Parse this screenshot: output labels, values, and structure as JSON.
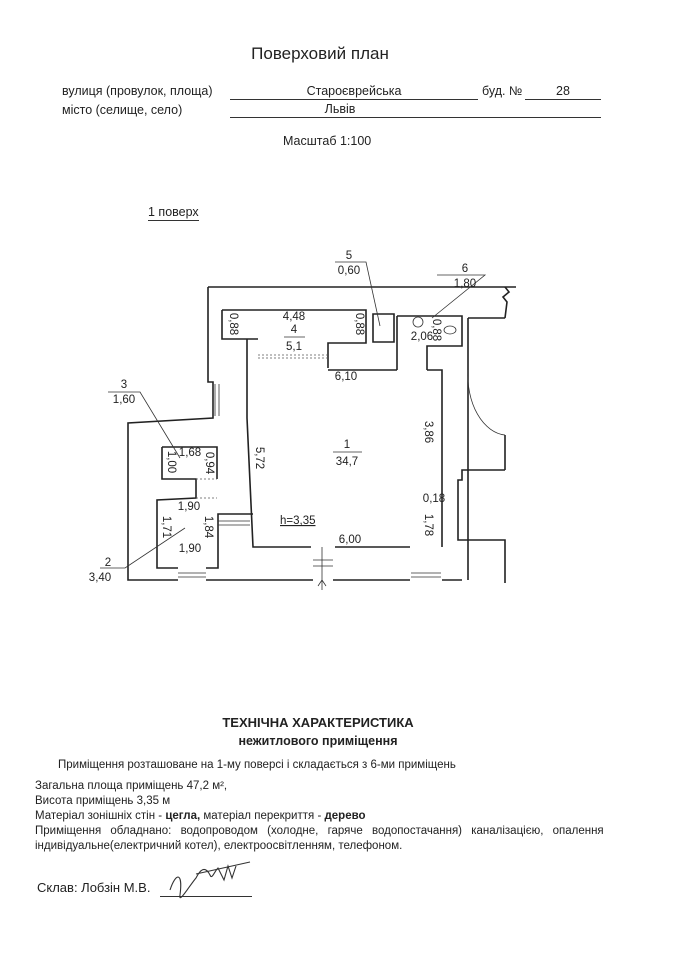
{
  "header": {
    "title": "Поверховий план",
    "street_label": "вулиця (провулок, площа)",
    "street_value": "Староєврейська",
    "building_label": "буд. №",
    "building_value": "28",
    "city_label": "місто (селище, село)",
    "city_value": "Львів",
    "scale": "Масштаб 1:100",
    "floor": "1 поверх"
  },
  "plan": {
    "rooms": [
      {
        "num": "1",
        "area": "34,7"
      },
      {
        "num": "2",
        "area": "3,40"
      },
      {
        "num": "3",
        "area": "1,60"
      },
      {
        "num": "4",
        "area": "5,1"
      },
      {
        "num": "5",
        "area": "0,60"
      },
      {
        "num": "6",
        "area": "1,80"
      }
    ],
    "dims": {
      "r4_len": "4,48",
      "r4_w_left": "0,88",
      "r4_w_right": "0,88",
      "r6_len": "2,06",
      "r6_w": "0,88",
      "r1_top": "6,10",
      "r1_right_upper": "3,86",
      "r1_left": "5,72",
      "r1_right_step": "0,18",
      "r1_right_lower": "1,78",
      "r1_bottom": "6,00",
      "r3_len": "1,68",
      "r3_w_left": "1,00",
      "r3_w_right": "0,94",
      "r2_top": "1,90",
      "r2_left": "1,71",
      "r2_right": "1,84",
      "r2_bottom": "1,90",
      "height": "h=3,35"
    }
  },
  "tech": {
    "title": "ТЕХНІЧНА ХАРАКТЕРИСТИКА",
    "subtitle": "нежитлового приміщення",
    "intro": "Приміщення розташоване на 1-му поверсі  і складається з 6-ми приміщень",
    "area": "Загальна площа приміщень 47,2 м²,",
    "height": "Висота приміщень 3,35 м",
    "material_prefix": "Матеріал зонішніх стін - ",
    "wall_material": "цегла,",
    "material_mid": " матеріал перекриття - ",
    "floor_material": "дерево",
    "equipment_1": "Приміщення обладнано: водопроводом (холодне, гаряче водопостачання) каналізацією, опалення",
    "equipment_2": "індивідуальне(електричний котел), електроосвітленням, телефоном.",
    "composed_by": "Склав: Лобзін М.В.",
    "signature": "Лобзін"
  }
}
